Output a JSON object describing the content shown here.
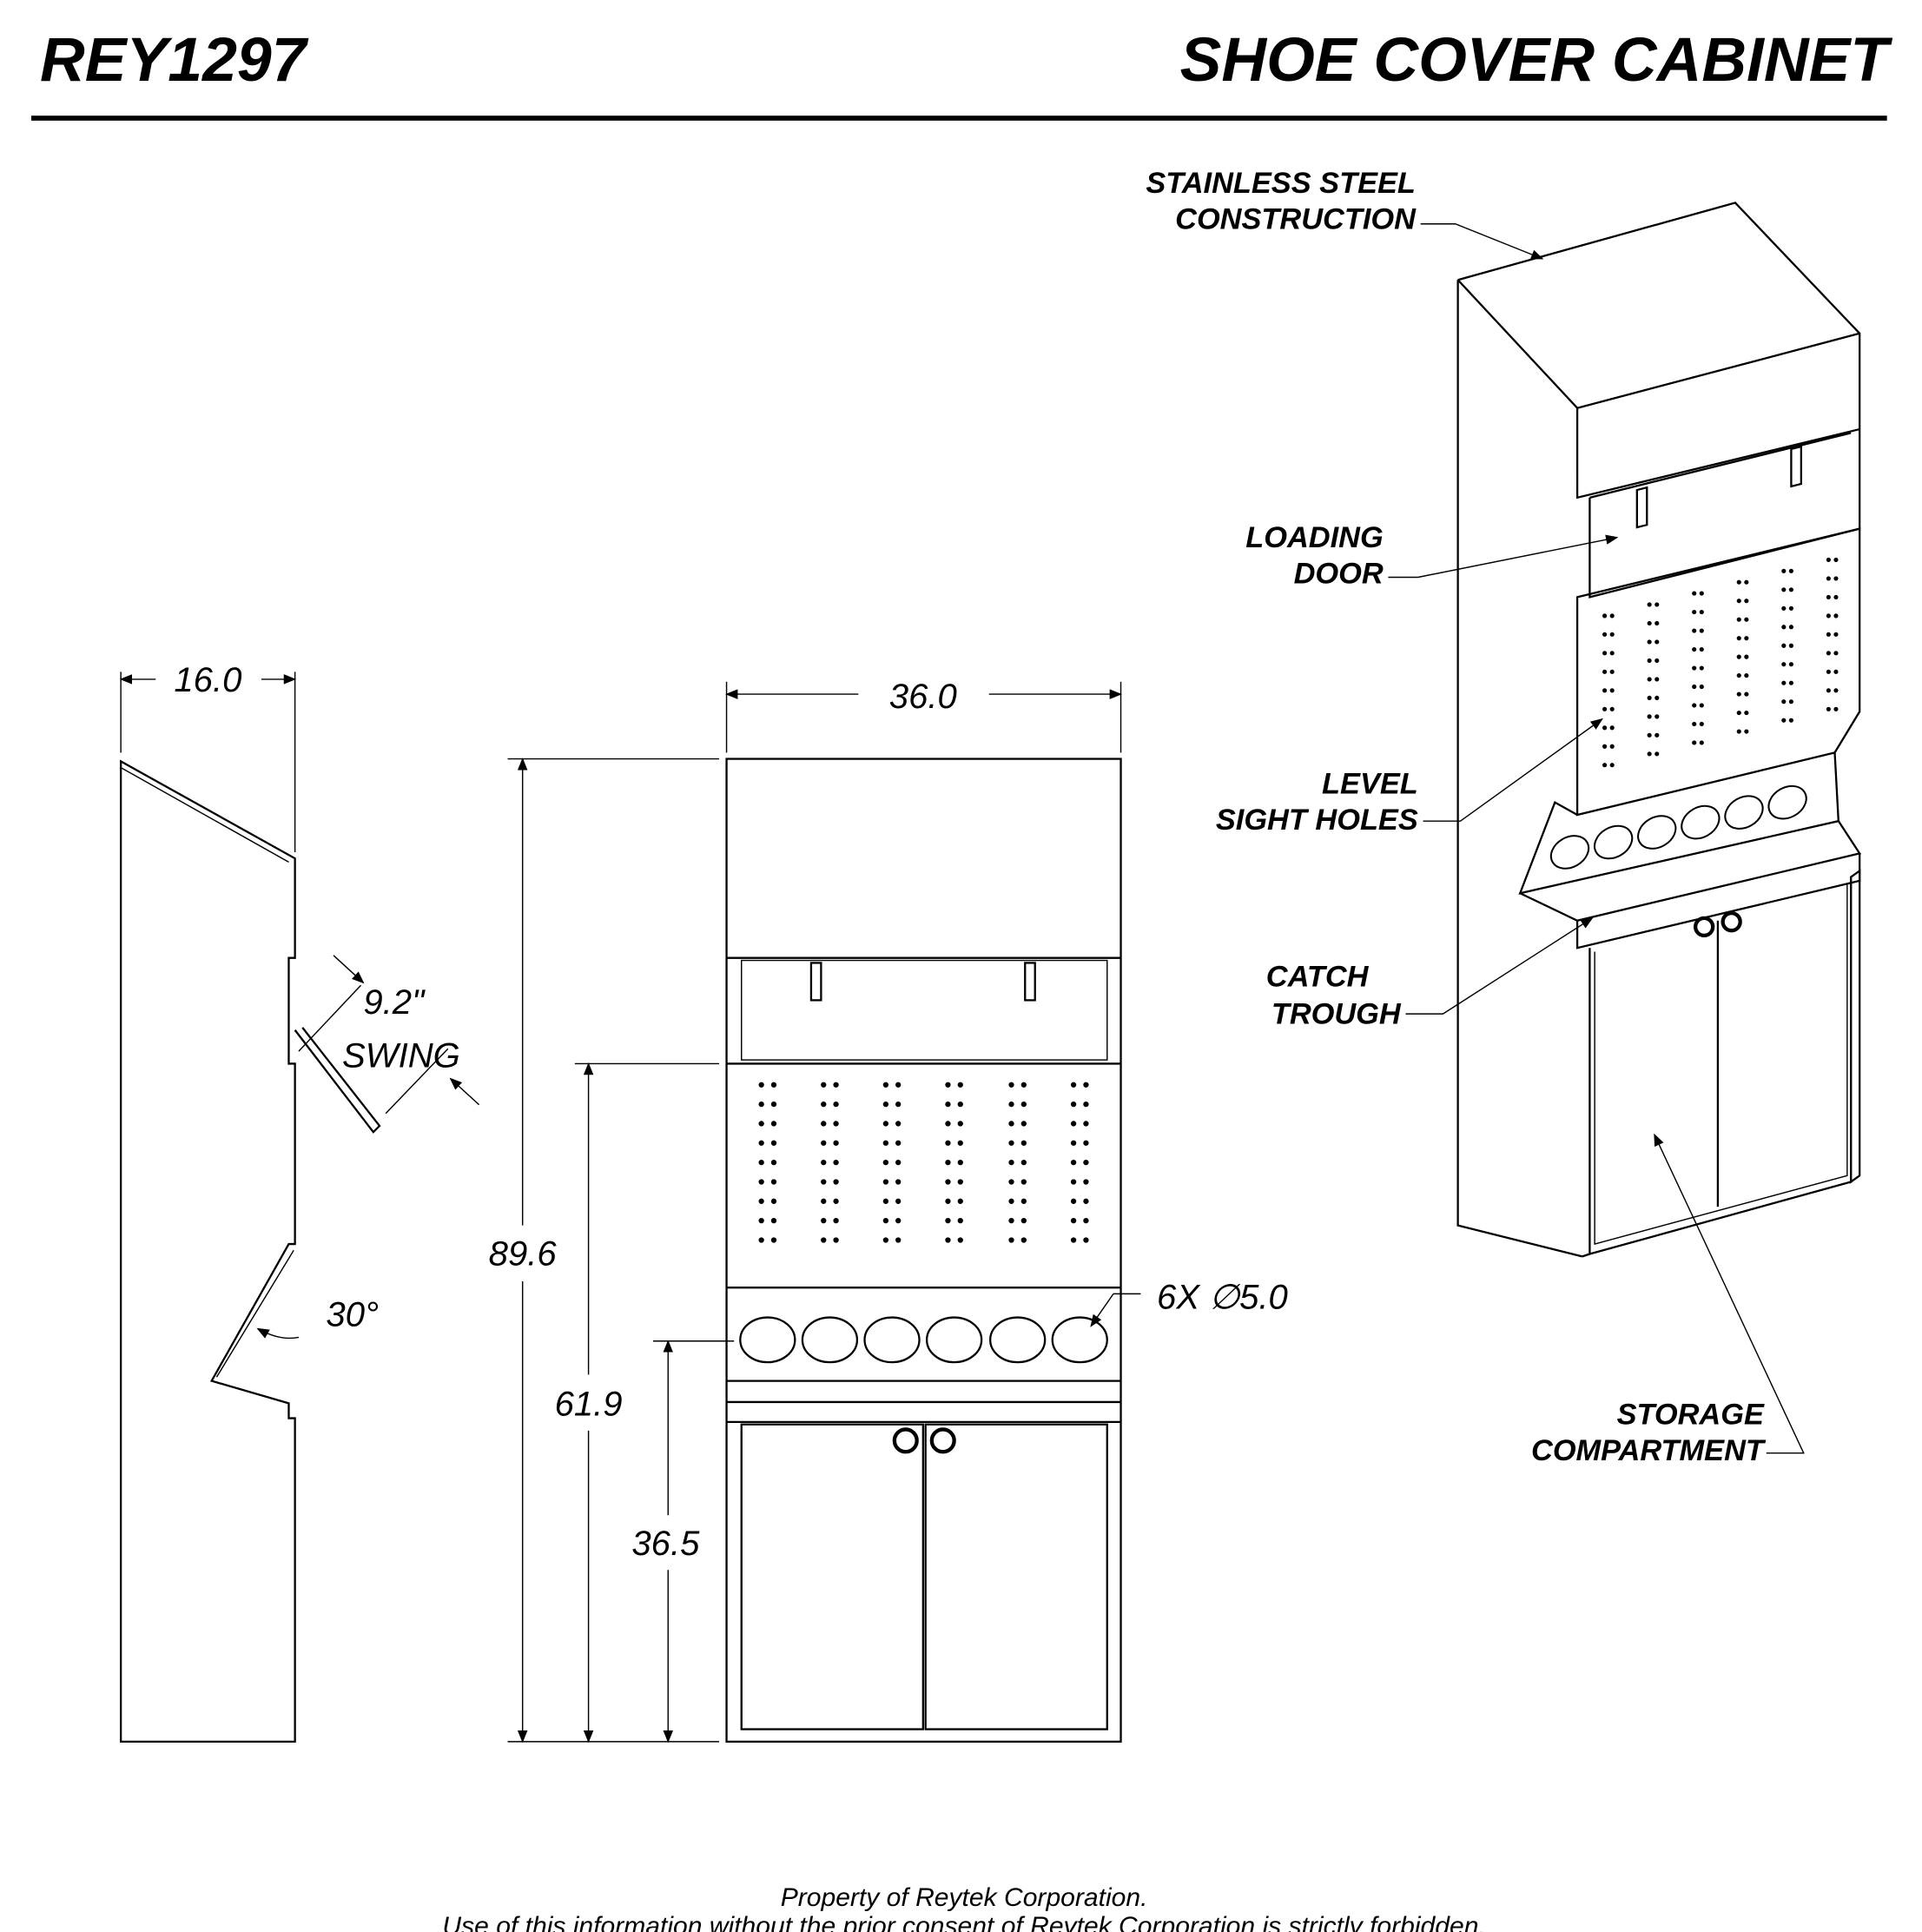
{
  "header": {
    "part_number": "REY1297",
    "title": "SHOE COVER CABINET"
  },
  "side_view": {
    "depth": "16.0",
    "swing": "9.2\"",
    "swing_label": "SWING",
    "angle": "30°"
  },
  "front_view": {
    "width": "36.0",
    "height_total": "89.6",
    "height_mid": "61.9",
    "height_low": "36.5",
    "holes": "6X ∅5.0"
  },
  "callouts": {
    "stainless_1": "STAINLESS STEEL",
    "stainless_2": "CONSTRUCTION",
    "loading_1": "LOADING",
    "loading_2": "DOOR",
    "level_1": "LEVEL",
    "level_2": "SIGHT HOLES",
    "catch_1": "CATCH",
    "catch_2": "TROUGH",
    "storage_1": "STORAGE",
    "storage_2": "COMPARTMENT"
  },
  "footer": {
    "line1": "Property of Reytek Corporation.",
    "line2": "Use of this information without the prior consent of Reytek Corporation is strictly forbidden."
  }
}
